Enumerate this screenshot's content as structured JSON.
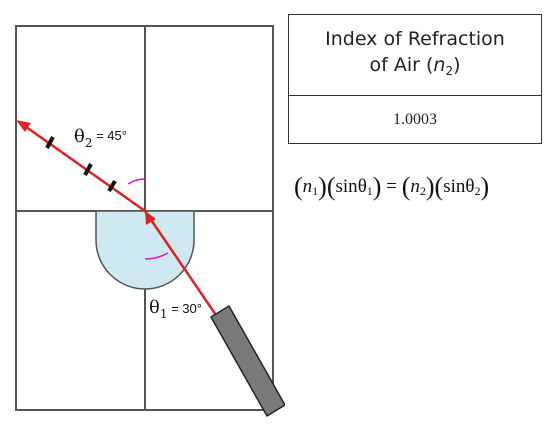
{
  "labels": {
    "theta2_symbol": "θ",
    "theta2_subscript": "2",
    "theta2_value": " = 45°",
    "theta1_symbol": "θ",
    "theta1_subscript": "1",
    "theta1_value": " = 30°"
  },
  "table": {
    "header_line1": "Index of Refraction",
    "header_line2": "of Air (",
    "header_var": "n",
    "header_var_sub": "2",
    "header_close": ")",
    "value": "1.0003"
  },
  "formula": {
    "n": "n",
    "sub1": "1",
    "sub2": "2",
    "sin": "sin",
    "theta": "θ",
    "equals": " = "
  },
  "colors": {
    "ray": "#e02020",
    "angle_arc": "#e010d0",
    "water": "#cfe9f3",
    "laser": "#7a7a7a",
    "grid": "#555555"
  },
  "icons": {
    "laser": "laser-pointer-icon"
  }
}
